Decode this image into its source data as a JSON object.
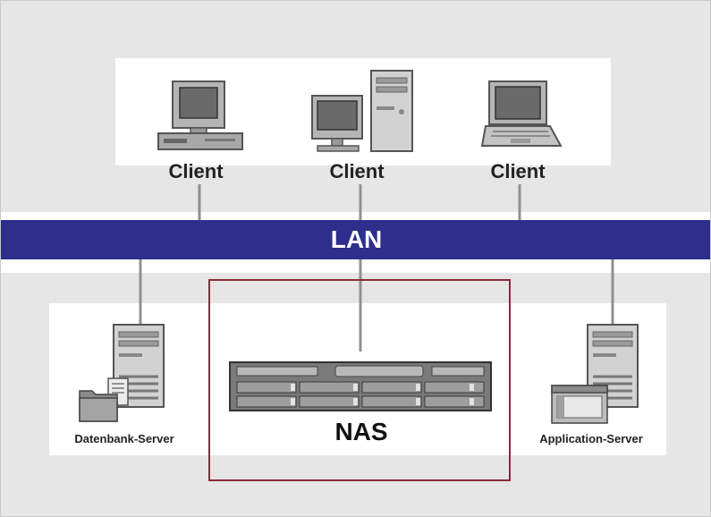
{
  "colors": {
    "lan": "#2e2e8c",
    "nas_frame": "#8a2a3c",
    "background": "#e6e6e6"
  },
  "clients": [
    {
      "label": "Client",
      "icon": "desktop-computer-icon"
    },
    {
      "label": "Client",
      "icon": "tower-computer-icon"
    },
    {
      "label": "Client",
      "icon": "laptop-icon"
    }
  ],
  "network": {
    "label": "LAN"
  },
  "servers": [
    {
      "label": "Datenbank-Server",
      "icon": "database-server-icon"
    },
    {
      "label": "NAS",
      "icon": "nas-rack-icon"
    },
    {
      "label": "Application-Server",
      "icon": "application-server-icon"
    }
  ]
}
